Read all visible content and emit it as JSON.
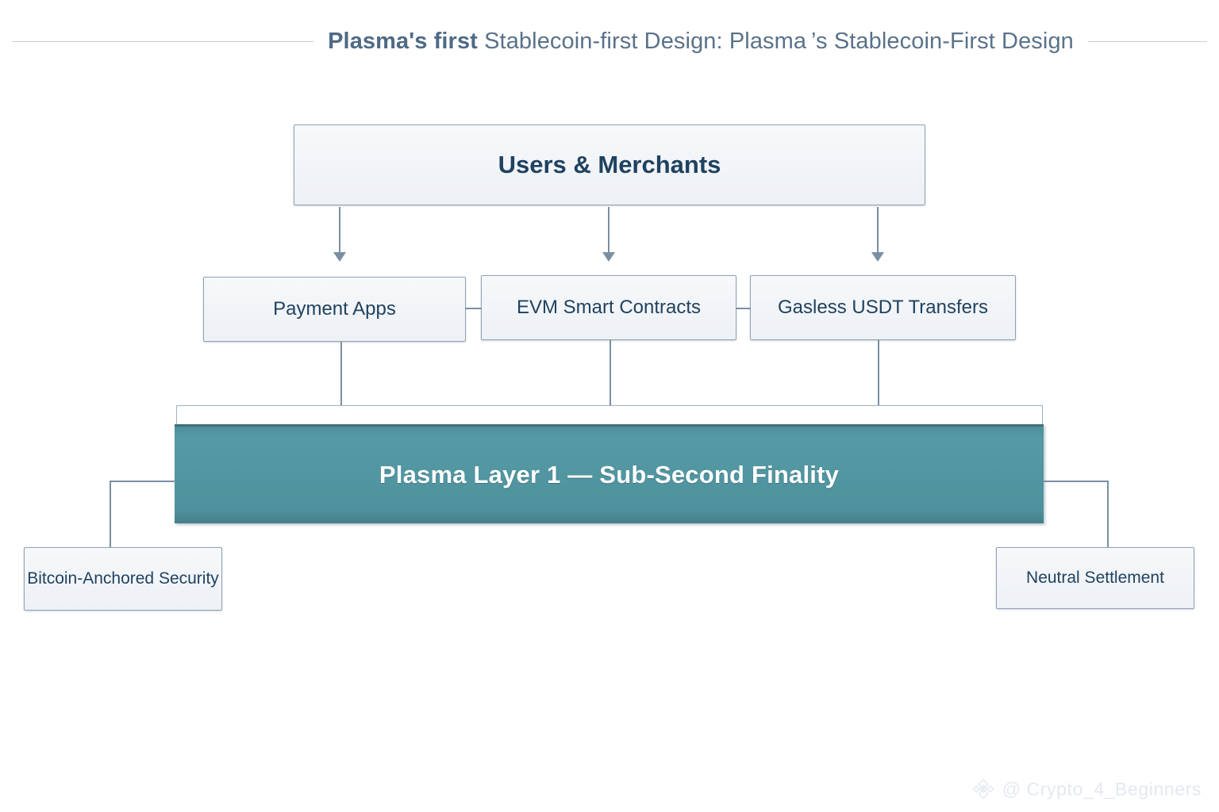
{
  "title": {
    "bold_prefix": "Plasma's first",
    "rest": " Stablecoin-first Design: Plasma ’s Stablecoin-First Design",
    "full": "Plasma's first  Stablecoin-first Design: Plasma ’s Stablecoin-First Design"
  },
  "colors": {
    "accent_teal": "#4e8f9b",
    "box_border": "#8fa2b6",
    "box_fill": "#f2f5f8",
    "text_navy": "#1f4260",
    "connector": "#7b8fa3",
    "title_text": "#5a7289",
    "rule": "#c6cfda",
    "watermark": "#e3e9f0",
    "background": "#ffffff"
  },
  "diagram": {
    "top": {
      "label": "Users & Merchants"
    },
    "middle": [
      {
        "label": "Payment Apps"
      },
      {
        "label": "EVM Smart Contracts"
      },
      {
        "label": "Gasless USDT Transfers"
      }
    ],
    "layer1": {
      "label": "Plasma Layer 1 — Sub-Second Finality"
    },
    "leaves": [
      {
        "label": "Bitcoin-Anchored Security"
      },
      {
        "label": "Neutral Settlement"
      }
    ]
  },
  "watermark": {
    "handle": "@ Crypto_4_Beginners",
    "icon": "binance-diamond-logo"
  }
}
